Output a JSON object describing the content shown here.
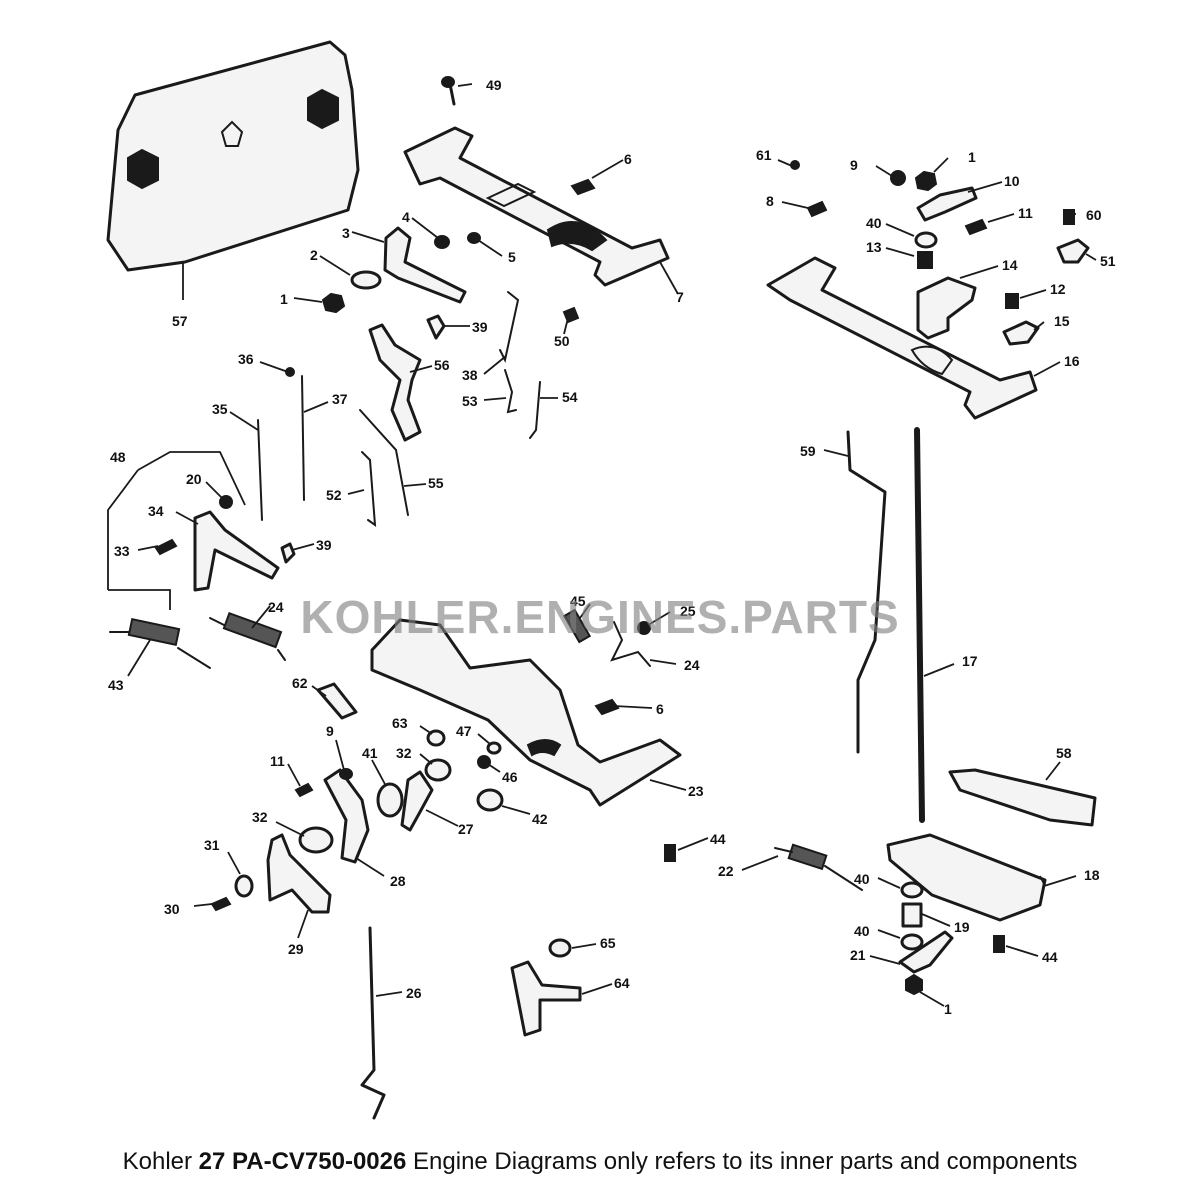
{
  "watermark": {
    "text": "KOHLER.ENGINES.PARTS",
    "color": "#808080"
  },
  "caption": {
    "prefix": "Kohler ",
    "model": "27 PA-CV750-0026",
    "suffix": " Engine Diagrams only refers to its inner parts and components"
  },
  "callouts": [
    "1",
    "2",
    "3",
    "4",
    "5",
    "6",
    "7",
    "8",
    "9",
    "10",
    "11",
    "12",
    "13",
    "14",
    "15",
    "16",
    "17",
    "18",
    "19",
    "20",
    "21",
    "22",
    "23",
    "24",
    "25",
    "26",
    "27",
    "28",
    "29",
    "30",
    "31",
    "32",
    "33",
    "34",
    "35",
    "36",
    "37",
    "38",
    "39",
    "40",
    "41",
    "42",
    "43",
    "44",
    "45",
    "46",
    "47",
    "48",
    "49",
    "50",
    "51",
    "52",
    "53",
    "54",
    "55",
    "56",
    "57",
    "58",
    "59",
    "60",
    "61",
    "62",
    "63",
    "64",
    "65"
  ]
}
